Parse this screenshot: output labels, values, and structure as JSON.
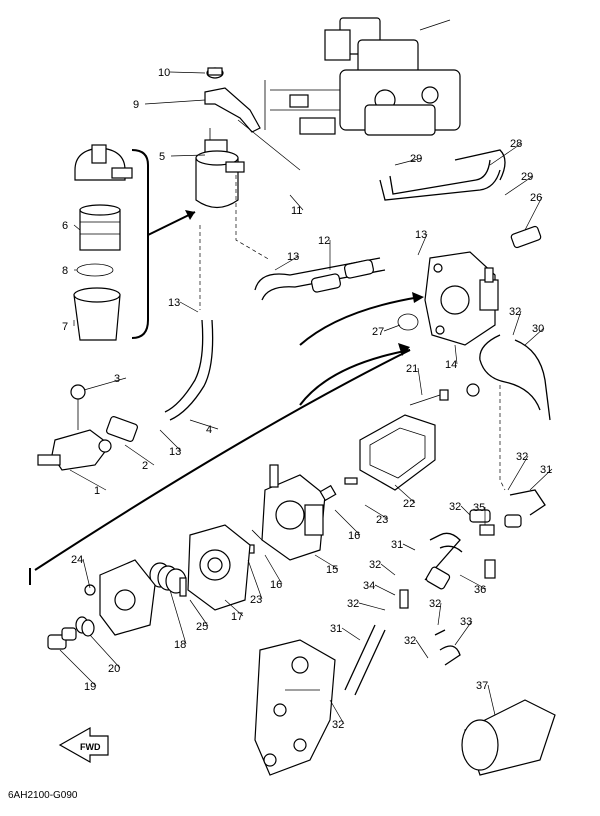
{
  "diagram": {
    "code": "6AH2100-G090",
    "fwd_label": "FWD",
    "callouts": [
      "10",
      "9",
      "5",
      "6",
      "8",
      "7",
      "3",
      "1",
      "2",
      "13",
      "13",
      "4",
      "11",
      "12",
      "13",
      "28",
      "29",
      "29",
      "26",
      "13",
      "27",
      "14",
      "32",
      "30",
      "21",
      "31",
      "32",
      "32",
      "35",
      "22",
      "23",
      "16",
      "15",
      "24",
      "17",
      "18",
      "25",
      "23",
      "16",
      "19",
      "20",
      "31",
      "32",
      "36",
      "34",
      "32",
      "32",
      "33",
      "31",
      "32",
      "32",
      "37"
    ]
  }
}
